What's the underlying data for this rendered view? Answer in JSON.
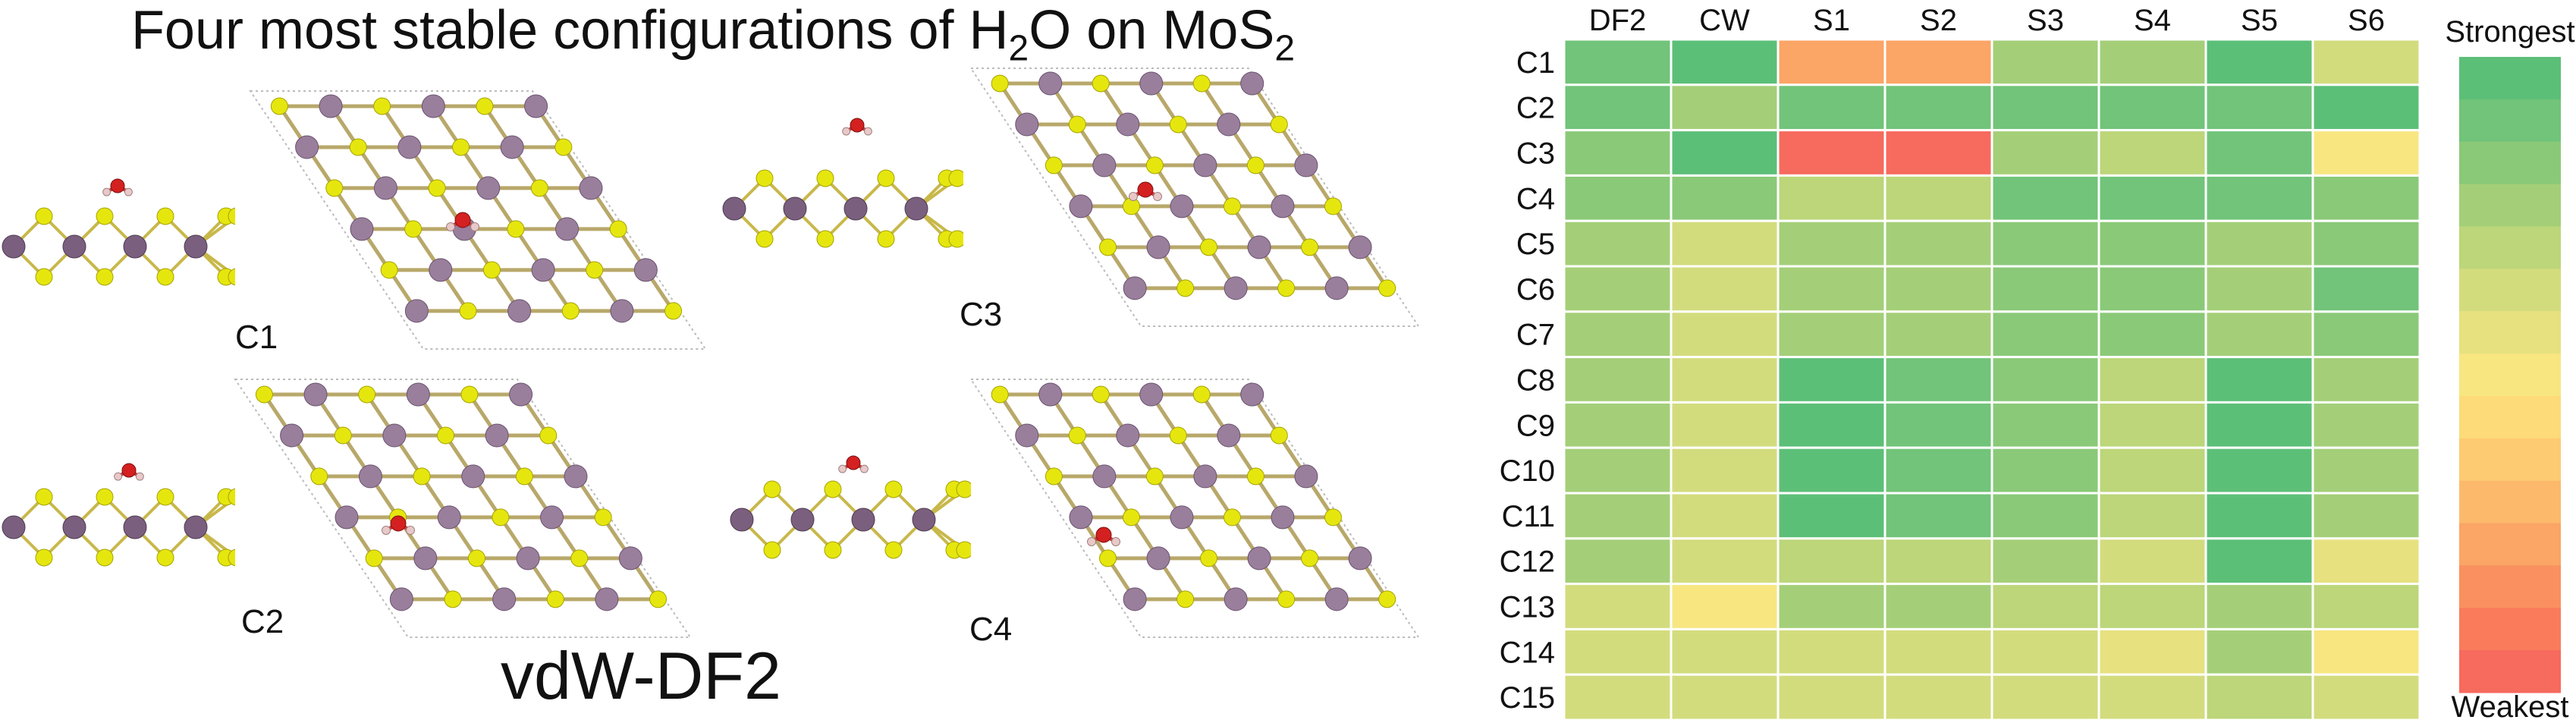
{
  "figure": {
    "title_main": "Four most stable configurations of H",
    "title_sub1": "2",
    "title_mid": "O on MoS",
    "title_sub2": "2",
    "method": "vdW-DF2",
    "configs": [
      "C1",
      "C2",
      "C3",
      "C4"
    ],
    "colors": {
      "sulfur": "#e6e60f",
      "molybdenum": "#9a7f9c",
      "oxygen": "#d42020",
      "hydrogen": "#e8c8c8"
    }
  },
  "chart_data": {
    "type": "heatmap",
    "columns": [
      "DF2",
      "CW",
      "S1",
      "S2",
      "S3",
      "S4",
      "S5",
      "S6"
    ],
    "rows": [
      "C1",
      "C2",
      "C3",
      "C4",
      "C5",
      "C6",
      "C7",
      "C8",
      "C9",
      "C10",
      "C11",
      "C12",
      "C13",
      "C14",
      "C15"
    ],
    "scale": "rank of stability, 1 = strongest",
    "values": [
      [
        2,
        1,
        12,
        12,
        4,
        4,
        1,
        6
      ],
      [
        2,
        4,
        2,
        2,
        2,
        2,
        2,
        1
      ],
      [
        3,
        1,
        15,
        15,
        4,
        5,
        2,
        8
      ],
      [
        3,
        3,
        5,
        5,
        2,
        2,
        2,
        3
      ],
      [
        4,
        6,
        4,
        4,
        3,
        3,
        4,
        3
      ],
      [
        4,
        6,
        4,
        4,
        3,
        3,
        4,
        2
      ],
      [
        4,
        6,
        4,
        4,
        3,
        3,
        4,
        3
      ],
      [
        4,
        6,
        1,
        2,
        3,
        5,
        1,
        4
      ],
      [
        4,
        6,
        1,
        2,
        3,
        5,
        1,
        4
      ],
      [
        4,
        6,
        1,
        2,
        3,
        5,
        1,
        4
      ],
      [
        4,
        6,
        1,
        2,
        3,
        5,
        1,
        4
      ],
      [
        4,
        6,
        5,
        5,
        4,
        6,
        1,
        7
      ],
      [
        6,
        8,
        4,
        4,
        5,
        5,
        4,
        5
      ],
      [
        6,
        6,
        6,
        6,
        6,
        7,
        4,
        8
      ],
      [
        6,
        6,
        6,
        6,
        6,
        6,
        5,
        6
      ]
    ],
    "colorbar": {
      "top_label": "Strongest",
      "bottom_label": "Weakest",
      "colors": [
        "#5cbf78",
        "#71c479",
        "#8ac978",
        "#a4cf78",
        "#bcd679",
        "#d3dc7d",
        "#e7e17f",
        "#f8e681",
        "#fddb79",
        "#fdcb72",
        "#fcb96c",
        "#fba566",
        "#fa9060",
        "#f97b5c",
        "#f76a5e"
      ]
    }
  }
}
